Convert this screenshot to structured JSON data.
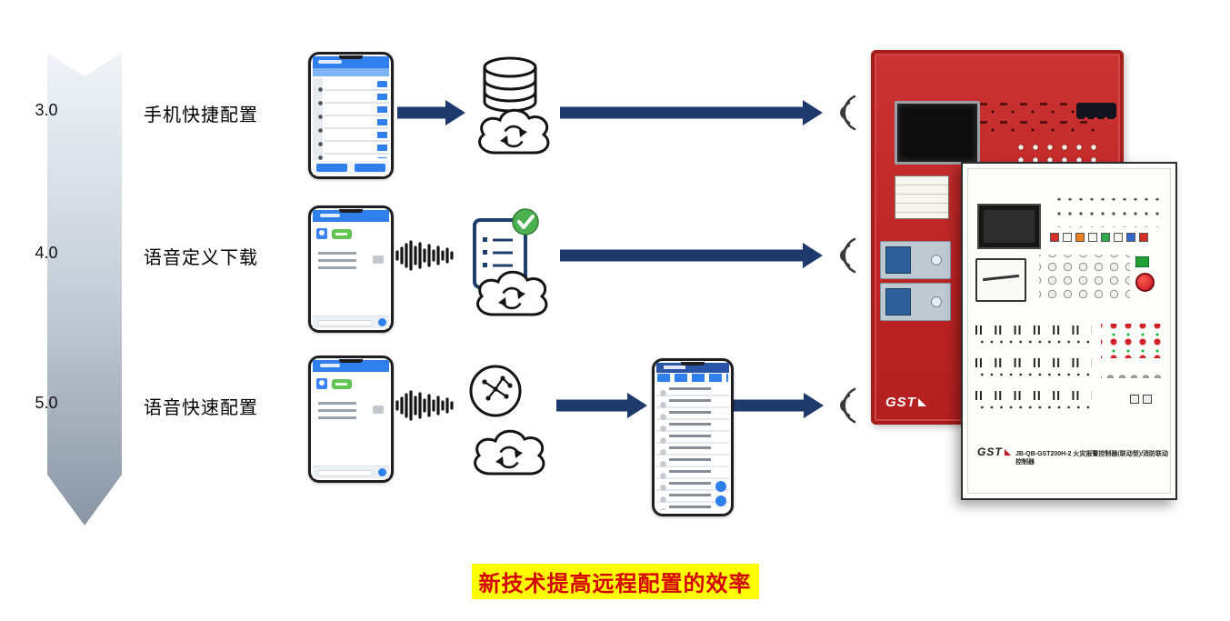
{
  "rows": [
    {
      "version": "3.0",
      "label": "手机快捷配置"
    },
    {
      "version": "4.0",
      "label": "语音定义下载"
    },
    {
      "version": "5.0",
      "label": "语音快速配置"
    }
  ],
  "caption": {
    "text": "新技术提高远程配置的效率"
  },
  "panels": {
    "red": {
      "brand": "GST"
    },
    "white": {
      "brand": "GST",
      "model": "JB-QB-GST200H-2 火灾报警控制器(联动型)/消防联动控制器"
    }
  },
  "icons": {
    "timeline": "timeline-down-arrow",
    "row1": [
      "smartphone-config-app",
      "database-cloud-sync-icon",
      "wireless-signal-icon"
    ],
    "row2": [
      "smartphone-voice-chat",
      "voice-waveform-icon",
      "checklist-approved-cloud-icon",
      "wireless-signal-icon"
    ],
    "row3": [
      "smartphone-voice-chat",
      "voice-waveform-icon",
      "ai-brain-cloud-icon",
      "smartphone-config-list",
      "wireless-signal-icon"
    ]
  },
  "colors": {
    "flow_arrow": "#1e3a6d",
    "accent_blue": "#2f80ed",
    "bubble_green": "#62c554",
    "check_green": "#4caf50",
    "panel_red": "#c1272d",
    "highlight_yellow": "#ffff00",
    "caption_red": "#d40000"
  }
}
